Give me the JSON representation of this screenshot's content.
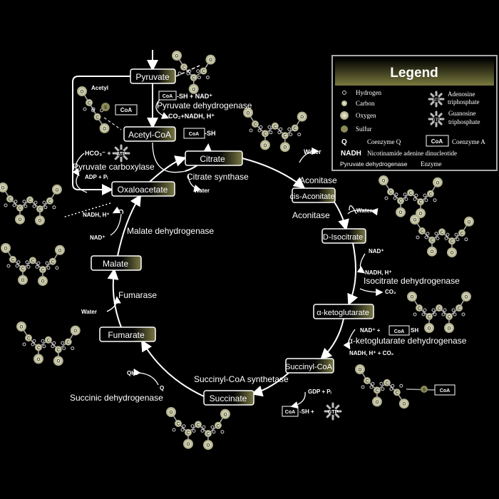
{
  "colors": {
    "background": "#000000",
    "box_accent": "#6e6d3c",
    "text": "#ffffff",
    "atom": "#d9d8b4",
    "sulfur": "#8a8a55"
  },
  "metabolites": {
    "pyruvate": "Pyruvate",
    "acetyl_coa": "Acetyl-CoA",
    "citrate": "Citrate",
    "cis_aconitate": "cis-Aconitate",
    "isocitrate": "D-Isocitrate",
    "ketoglutarate": "α-ketoglutarate",
    "succinyl_coa": "Succinyl-CoA",
    "succinate": "Succinate",
    "fumarate": "Fumarate",
    "malate": "Malate",
    "oxaloacetate": "Oxaloacetate"
  },
  "enzymes": {
    "pyruvate_dehydrogenase": "Pyruvate dehydrogenase",
    "pyruvate_carboxylase": "Pyruvate carboxylase",
    "citrate_synthase": "Citrate synthase",
    "aconitase_1": "Aconitase",
    "aconitase_2": "Aconitase",
    "isocitrate_dehydrogenase": "Isocitrate dehydrogenase",
    "ketoglutarate_dehydrogenase": "α-ketoglutarate dehydrogenase",
    "succinyl_coa_synthetase": "Succinyl-CoA synthetase",
    "succinic_dehydrogenase": "Succinic dehydrogenase",
    "fumarase": "Fumarase",
    "malate_dehydrogenase": "Malate dehydrogenase"
  },
  "cofactors": {
    "acetyl": "Acetyl",
    "coa": "CoA",
    "sh_nad": "-SH + NAD⁺",
    "co2_nadh": "CO₂+NADH, H⁺",
    "sh": "-SH",
    "hco3": "HCO₃⁻ +",
    "atp": "ATP",
    "adp_pi": "ADP + Pᵢ",
    "water_citrate": "Water",
    "water_aconitase": "Water",
    "water_aconitase2": "Water",
    "nad_iso": "NAD⁺",
    "nadh_iso": "NADH, H⁺",
    "co2_iso": "CO₂",
    "nad_keto": "NAD⁺ +",
    "sh_keto": "SH",
    "nadh_co2_keto": "NADH, H⁺ + CO₂",
    "gdp_pi": "GDP + Pᵢ",
    "sh_gtp": "-SH +",
    "gtp": "GTP",
    "qh2": "QH₂",
    "q": "Q",
    "water_fumarase": "Water",
    "nad_malate": "NAD⁺",
    "nadh_malate": "NADH, H⁺",
    "atom_c": "C",
    "atom_o": "O",
    "atom_s": "S"
  },
  "legend": {
    "title": "Legend",
    "hydrogen": "Hydrogen",
    "carbon": "Carbon",
    "oxygen": "Oxygen",
    "sulfur": "Sulfur",
    "atp_abbr": "ATP",
    "atp_name_1": "Adenosine",
    "atp_name_2": "triphosphate",
    "gtp_abbr": "GTP",
    "gtp_name_1": "Guanosine",
    "gtp_name_2": "triphosphate",
    "q_symbol": "Q",
    "q_name": "Coenzyme Q",
    "coa_symbol": "CoA",
    "coa_name": "Coenzyme A",
    "nadh_symbol": "NADH",
    "nadh_name": "Nicotinamide adenine dinucleotide",
    "enzyme_example": "Pyruvate dehydrogenase",
    "enzyme_name": "Enzyme"
  }
}
